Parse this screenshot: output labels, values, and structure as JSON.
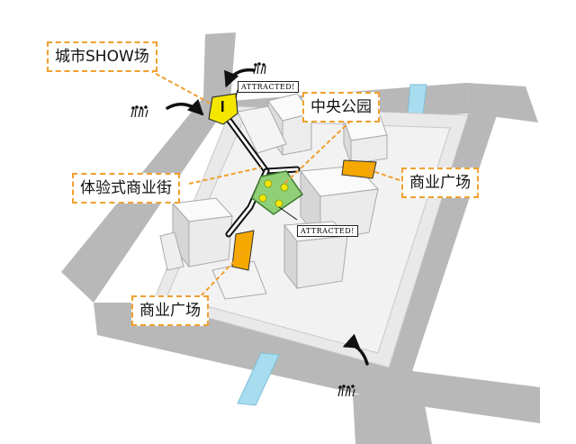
{
  "labels": {
    "city_show": "城市SHOW场",
    "central_park": "中央公园",
    "experience_street": "体验式商业街",
    "plaza_right": "商业广场",
    "plaza_bottom": "商业广场"
  },
  "tags": {
    "attracted_top": "Attracted!",
    "attracted_park": "Attracted!"
  },
  "colors": {
    "accent_orange": "#f0a030",
    "show_yellow": "#f5e600",
    "park_green": "#8fcf78",
    "plaza_orange": "#f5a800",
    "water_blue": "#a8ddf0",
    "road_gray": "#b8b8b8"
  }
}
